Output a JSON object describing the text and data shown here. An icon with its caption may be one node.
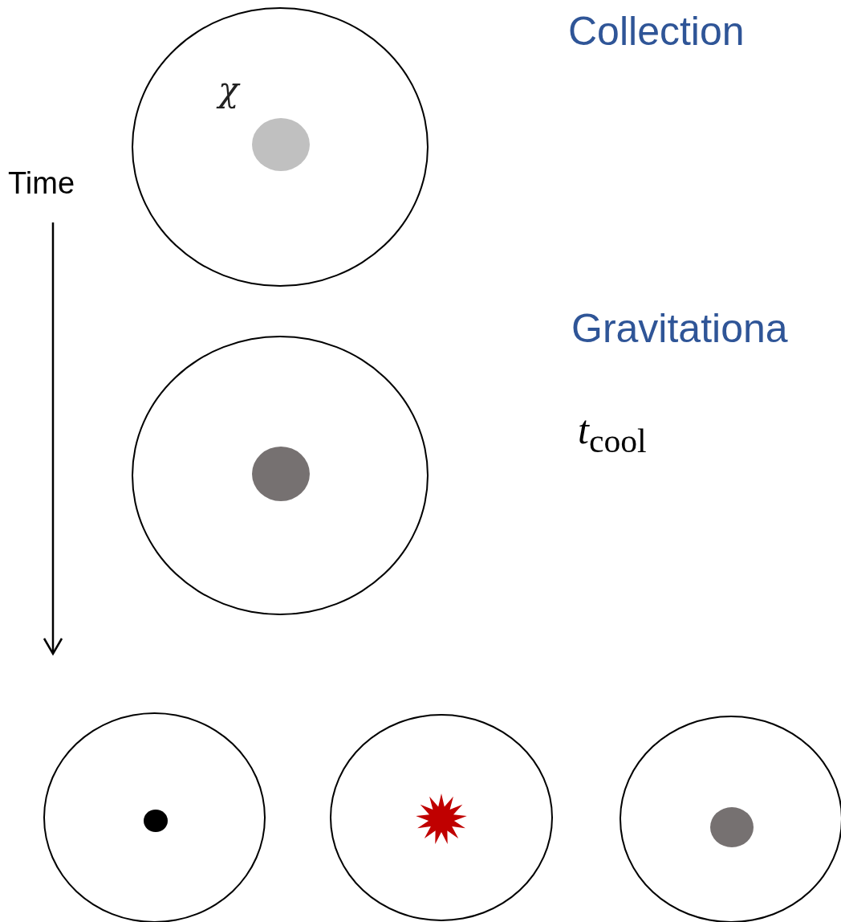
{
  "diagram": {
    "nodes": [
      {
        "text": [
          "χ"
        ]
      },
      {
        "text": [],
        "shape": "circle"
      },
      {
        "text": [],
        "shape": "circle"
      },
      {
        "text": [],
        "shape": "circle"
      },
      {
        "text": [],
        "shape": "circle"
      }
    ],
    "labels": [
      "Collection",
      "Time",
      "Gravitationa",
      "*t*$_{cool}$"
    ]
  }
}
